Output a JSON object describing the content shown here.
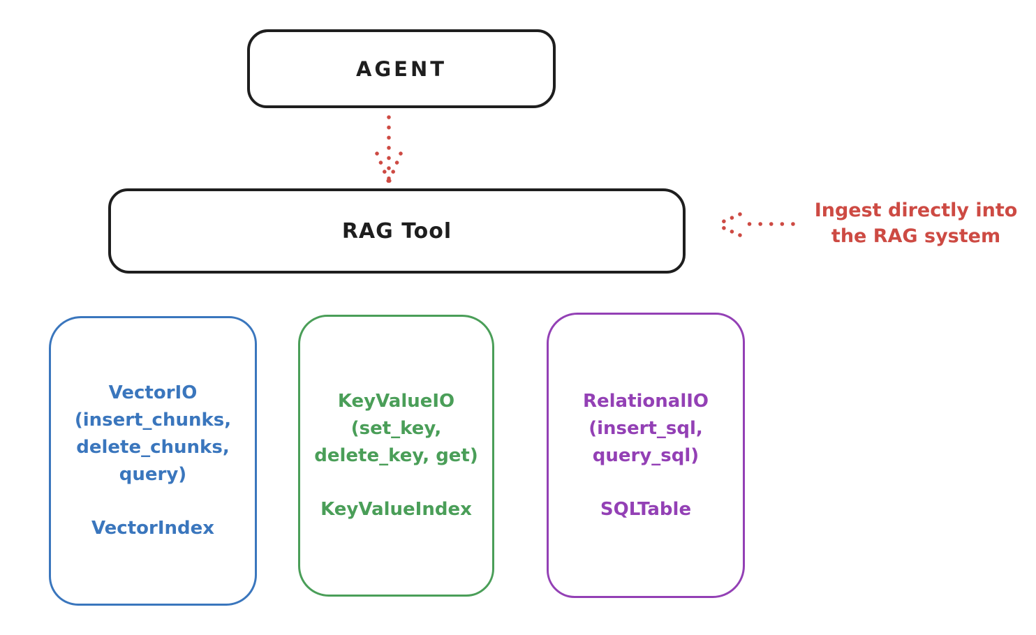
{
  "diagram": {
    "description": "RAG Tool architecture sketch",
    "colors": {
      "stroke_black": "#1e1e1e",
      "blue": "#3a76bd",
      "green": "#4a9e58",
      "purple": "#9340b5",
      "red": "#cd4a43",
      "background": "#ffffff"
    },
    "nodes": {
      "agent": {
        "label": "AGENT"
      },
      "rag_tool": {
        "label": "RAG Tool"
      },
      "vector_io": {
        "lines": [
          "VectorIO",
          "(insert_chunks,",
          "delete_chunks,",
          "query)"
        ],
        "index_label": "VectorIndex",
        "color": "#3a76bd"
      },
      "key_value_io": {
        "lines": [
          "KeyValueIO",
          "(set_key,",
          "delete_key, get)"
        ],
        "index_label": "KeyValueIndex",
        "color": "#4a9e58"
      },
      "relational_io": {
        "lines": [
          "RelationalIO",
          "(insert_sql,",
          "query_sql)"
        ],
        "index_label": "SQLTable",
        "color": "#9340b5"
      }
    },
    "annotation": {
      "lines": [
        "Ingest directly into",
        "the RAG system"
      ],
      "color": "#cd4a43"
    },
    "arrows": [
      {
        "name": "agent-to-rag-tool",
        "style": "dotted",
        "direction": "down",
        "color": "#cd4a43"
      },
      {
        "name": "ingest-into-rag-tool",
        "style": "dotted",
        "direction": "left",
        "color": "#cd4a43"
      }
    ]
  }
}
